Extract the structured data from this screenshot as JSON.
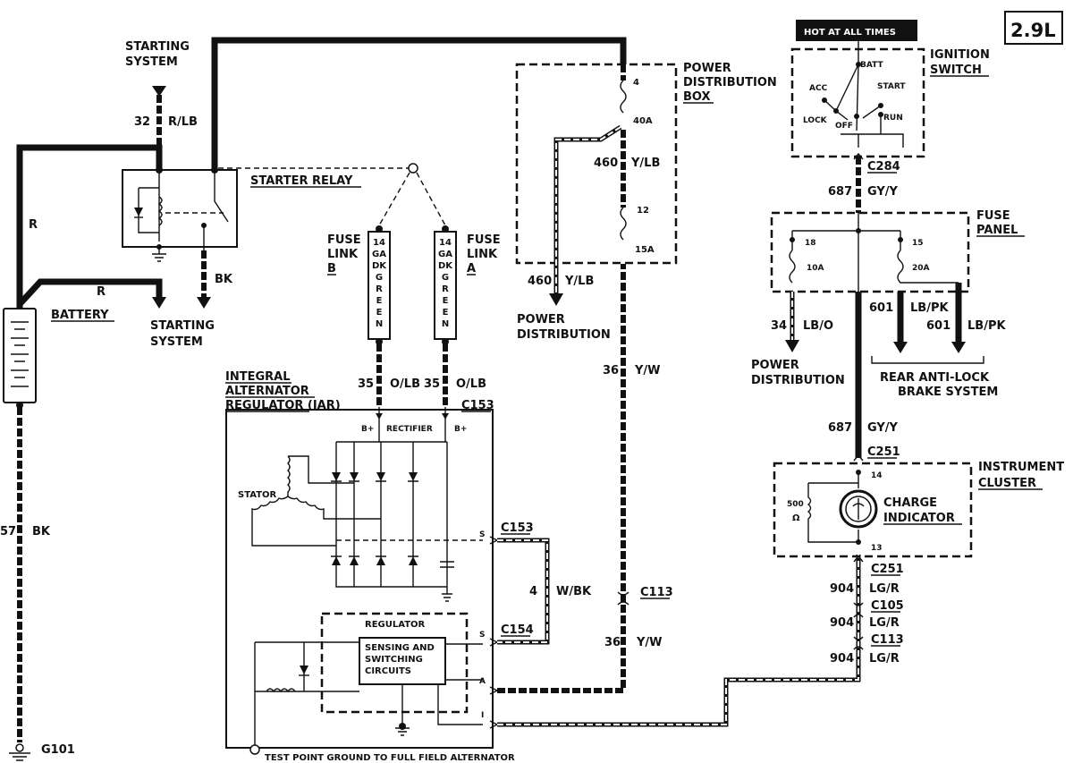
{
  "engine_badge": "2.9L",
  "hot_at_all_times": "HOT AT ALL TIMES",
  "labels": {
    "starting_system_top": [
      "STARTING",
      "SYSTEM"
    ],
    "starting_system_bottom": [
      "STARTING",
      "SYSTEM"
    ],
    "starter_relay": "STARTER RELAY",
    "battery": "BATTERY",
    "fuse_link_b": [
      "FUSE",
      "LINK",
      "B"
    ],
    "fuse_link_a": [
      "FUSE",
      "LINK",
      "A"
    ],
    "fuse_link_text": [
      "14",
      "GA",
      "DK",
      "G",
      "R",
      "E",
      "E",
      "N"
    ],
    "power_distribution_box": [
      "POWER",
      "DISTRIBUTION",
      "BOX"
    ],
    "power_distribution_left": [
      "POWER",
      "DISTRIBUTION"
    ],
    "power_distribution_right": [
      "POWER",
      "DISTRIBUTION"
    ],
    "ignition_switch": [
      "IGNITION",
      "SWITCH"
    ],
    "fuse_panel": [
      "FUSE",
      "PANEL"
    ],
    "rear_abs": [
      "REAR ANTI-LOCK",
      "BRAKE SYSTEM"
    ],
    "iar": [
      "INTEGRAL",
      "ALTERNATOR",
      "REGULATOR (IAR)"
    ],
    "rectifier": "RECTIFIER",
    "stator": "STATOR",
    "regulator": "REGULATOR",
    "sensing": [
      "SENSING AND",
      "SWITCHING",
      "CIRCUITS"
    ],
    "instrument_cluster": [
      "INSTRUMENT",
      "CLUSTER"
    ],
    "charge_indicator": [
      "CHARGE",
      "INDICATOR"
    ],
    "test_point": "TEST POINT GROUND TO FULL FIELD ALTERNATOR",
    "ground": "G101",
    "ohms": [
      "500",
      "Ω"
    ]
  },
  "ignition_positions": {
    "batt": "BATT",
    "acc": "ACC",
    "start": "START",
    "lock": "LOCK",
    "off": "OFF",
    "run": "RUN"
  },
  "wires": {
    "w32": {
      "num": "32",
      "color": "R/LB"
    },
    "r_left": "R",
    "r_bottom": "R",
    "bk_relay": "BK",
    "w57": {
      "num": "57",
      "color": "BK"
    },
    "w35a": {
      "num": "35",
      "color": "O/LB"
    },
    "w35b": {
      "num": "35",
      "color": "O/LB"
    },
    "w460_box": {
      "num": "460",
      "color": "Y/LB"
    },
    "w460_out": {
      "num": "460",
      "color": "Y/LB"
    },
    "w36_top": {
      "num": "36",
      "color": "Y/W"
    },
    "w36_bot": {
      "num": "36",
      "color": "Y/W"
    },
    "w4": {
      "num": "4",
      "color": "W/BK"
    },
    "w687_top": {
      "num": "687",
      "color": "GY/Y"
    },
    "w687_bot": {
      "num": "687",
      "color": "GY/Y"
    },
    "w34": {
      "num": "34",
      "color": "LB/O"
    },
    "w601a": {
      "num": "601",
      "color": "LB/PK"
    },
    "w601b": {
      "num": "601",
      "color": "LB/PK"
    },
    "w904a": {
      "num": "904",
      "color": "LG/R"
    },
    "w904b": {
      "num": "904",
      "color": "LG/R"
    },
    "w904c": {
      "num": "904",
      "color": "LG/R"
    }
  },
  "connectors": {
    "c284": "C284",
    "c153_top": "C153",
    "c153_s": "C153",
    "c154": "C154",
    "c113_a": "C113",
    "c251_a": "C251",
    "c251_b": "C251",
    "c105": "C105",
    "c113_b": "C113"
  },
  "pins": {
    "pdb_4": "4",
    "pdb_40a": "40A",
    "pdb_12": "12",
    "pdb_15a": "15A",
    "fp_18": "18",
    "fp_10a": "10A",
    "fp_15": "15",
    "fp_20a": "20A",
    "ic_14": "14",
    "ic_13": "13",
    "iar_b_left": "B+",
    "iar_b_right": "B+",
    "iar_s1": "S",
    "iar_s2": "S",
    "iar_a": "A",
    "iar_i": "I"
  }
}
